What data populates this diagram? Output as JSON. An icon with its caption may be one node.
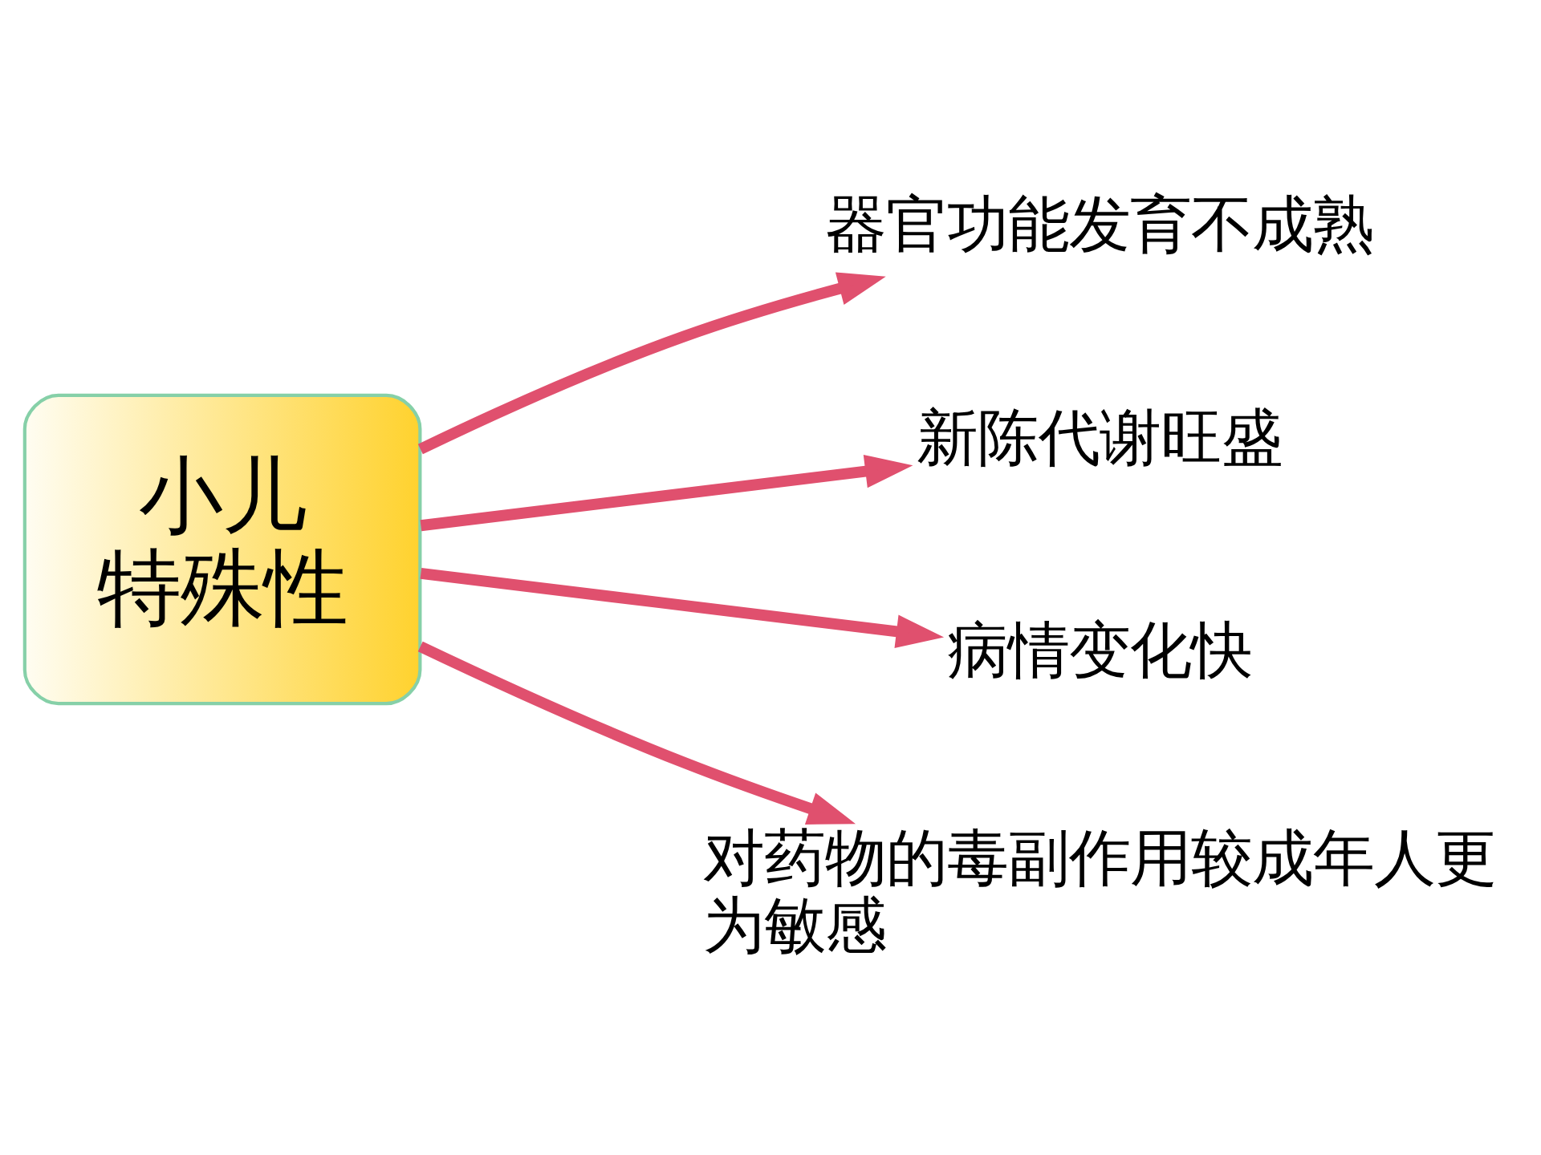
{
  "diagram": {
    "nodes": [
      {
        "text": [
          "小儿特殊性"
        ]
      },
      {
        "text": [
          "器官功能发育不成熟"
        ]
      },
      {
        "text": [
          "新陈代谢旺盛"
        ]
      },
      {
        "text": [
          "病情变化快"
        ]
      },
      {
        "text": [
          "对药物的毒副作用较成年人更为敏感"
        ]
      }
    ],
    "edges": [
      {
        "from": 0,
        "to": 1,
        "arrow": "to"
      },
      {
        "from": 0,
        "to": 2,
        "arrow": "to"
      },
      {
        "from": 0,
        "to": 3,
        "arrow": "to"
      },
      {
        "from": 0,
        "to": 4,
        "arrow": "to"
      }
    ]
  }
}
